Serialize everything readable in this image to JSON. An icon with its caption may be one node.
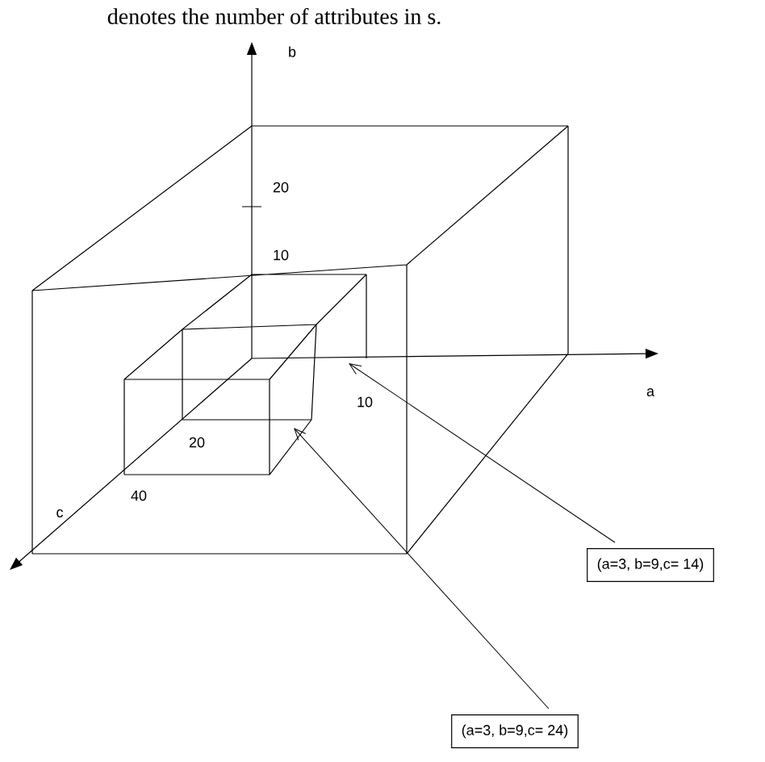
{
  "diagram": {
    "nodes": [
      {
        "text": [
          "(a=3, b=9,c= 14)"
        ]
      },
      {
        "text": [
          "(a=3, b=9,c= 24)"
        ]
      }
    ],
    "edges": [
      {
        "from": 0,
        "to": null,
        "arrow": "to"
      },
      {
        "from": 1,
        "to": null,
        "arrow": "to"
      }
    ],
    "labels": [
      "denotes the number of attributes in s.",
      "b",
      "20",
      "10",
      "10",
      "a",
      "20",
      "40",
      "c"
    ]
  }
}
